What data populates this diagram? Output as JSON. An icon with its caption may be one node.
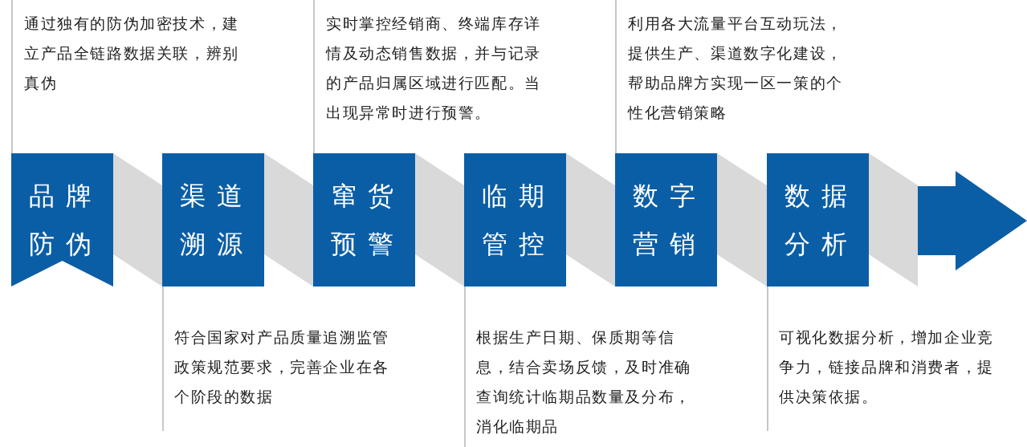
{
  "diagram": {
    "nodes": [
      {
        "text": [
          "品牌防伪"
        ]
      },
      {
        "text": [
          "渠道溯源"
        ]
      },
      {
        "text": [
          "窜货预警"
        ]
      },
      {
        "text": [
          "临期管控"
        ]
      },
      {
        "text": [
          "数字营销"
        ]
      },
      {
        "text": [
          "数据分析"
        ]
      },
      {
        "text": [],
        "shape": "arrow"
      }
    ],
    "edges": [
      {
        "from": 0,
        "to": 1,
        "arrow": "none",
        "color": "#d9d9d9"
      },
      {
        "from": 1,
        "to": 2,
        "arrow": "none",
        "color": "#d9d9d9"
      },
      {
        "from": 2,
        "to": 3,
        "arrow": "none",
        "color": "#d9d9d9"
      },
      {
        "from": 3,
        "to": 4,
        "arrow": "none",
        "color": "#d9d9d9"
      },
      {
        "from": 4,
        "to": 5,
        "arrow": "none",
        "color": "#d9d9d9"
      },
      {
        "from": 5,
        "to": 6,
        "arrow": "none",
        "color": "#d9d9d9"
      }
    ],
    "labels": [
      "通过独有的防伪加密技术，建立产品全链路数据关联，辨别真伪",
      "实时掌控经销商、终端库存详情及动态销售数据，并与记录的产品归属区域进行匹配。当出现异常时进行预警。",
      "利用各大流量平台互动玩法，提供生产、渠道数字化建设，帮助品牌方实现一区一策的个性化营销策略",
      "符合国家对产品质量追溯监管政策规范要求，完善企业在各个阶段的数据",
      "根据生产日期、保质期等信息，结合卖场反馈，及时准确查询统计临期品数量及分布，消化临期品",
      "可视化数据分析，增加企业竞争力，链接品牌和消费者，提供决策依据。"
    ]
  }
}
